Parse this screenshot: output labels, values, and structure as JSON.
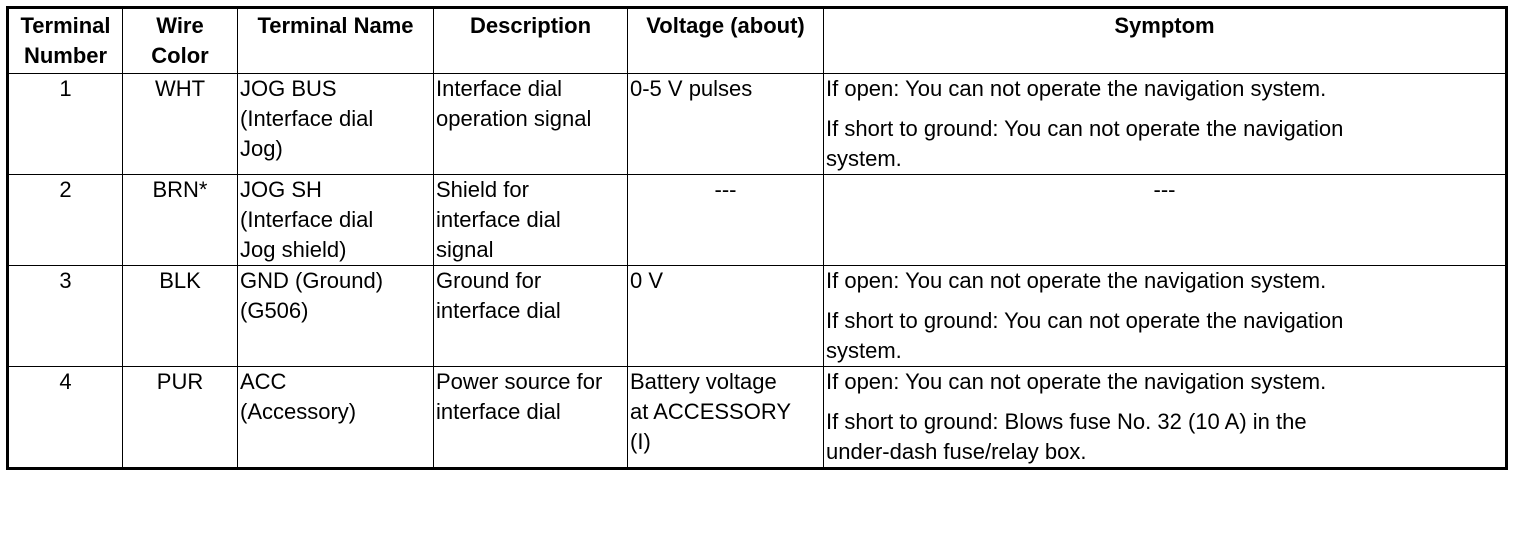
{
  "headers": {
    "terminal_number_line1": "Terminal",
    "terminal_number_line2": "Number",
    "wire_color_line1": "Wire",
    "wire_color_line2": "Color",
    "terminal_name": "Terminal Name",
    "description": "Description",
    "voltage": "Voltage (about)",
    "symptom": "Symptom"
  },
  "rows": [
    {
      "number": "1",
      "color": "WHT",
      "name_lines": [
        "JOG BUS",
        "(Interface dial",
        "Jog)"
      ],
      "desc_lines": [
        "Interface dial",
        "operation signal"
      ],
      "voltage_lines": [
        "0-5 V pulses"
      ],
      "symptom_open": "If open: You can not operate the navigation system.",
      "symptom_short_lines": [
        "If short to ground: You can not operate the navigation",
        "system."
      ]
    },
    {
      "number": "2",
      "color": "BRN*",
      "name_lines": [
        "JOG SH",
        "(Interface dial",
        "Jog shield)"
      ],
      "desc_lines": [
        "Shield for",
        "interface dial",
        "signal"
      ],
      "voltage": "---",
      "symptom": "---"
    },
    {
      "number": "3",
      "color": "BLK",
      "name_lines": [
        "GND (Ground)",
        "(G506)"
      ],
      "desc_lines": [
        "Ground for",
        "interface dial"
      ],
      "voltage_lines": [
        "0 V"
      ],
      "symptom_open": "If open: You can not operate the navigation system.",
      "symptom_short_lines": [
        "If short to ground: You can not operate the navigation",
        "system."
      ]
    },
    {
      "number": "4",
      "color": "PUR",
      "name_lines": [
        "ACC",
        "(Accessory)"
      ],
      "desc_lines": [
        "Power source for",
        "interface dial"
      ],
      "voltage_lines": [
        "Battery voltage",
        "at ACCESSORY",
        "(I)"
      ],
      "symptom_open": "If open: You can not operate the navigation system.",
      "symptom_short_lines": [
        "If short to ground: Blows fuse No. 32 (10 A) in the",
        "under-dash fuse/relay box."
      ]
    }
  ]
}
